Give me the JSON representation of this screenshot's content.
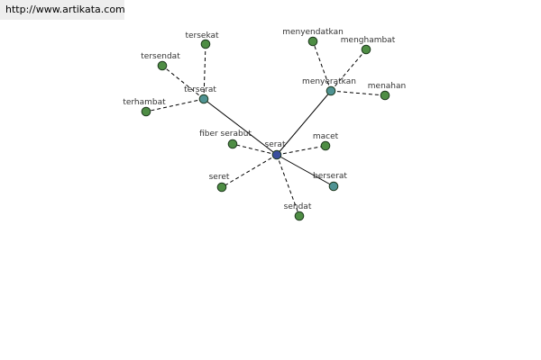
{
  "header": {
    "url_text": "http://www.artikata.com"
  },
  "colors": {
    "center": "#3a4f9e",
    "hub": "#4f9393",
    "leaf": "#4e8d44",
    "node_stroke": "#1f3a1f",
    "edge": "#000000"
  },
  "diagram": {
    "nodes": [
      {
        "id": "serat",
        "label": "serat",
        "kind": "center"
      },
      {
        "id": "terserat",
        "label": "terserat",
        "kind": "hub"
      },
      {
        "id": "menyeratkan",
        "label": "menyeratkan",
        "kind": "hub"
      },
      {
        "id": "berserat",
        "label": "berserat",
        "kind": "hub"
      },
      {
        "id": "tersekat",
        "label": "tersekat",
        "kind": "leaf"
      },
      {
        "id": "tersendat",
        "label": "tersendat",
        "kind": "leaf"
      },
      {
        "id": "terhambat",
        "label": "terhambat",
        "kind": "leaf"
      },
      {
        "id": "menyendatkan",
        "label": "menyendatkan",
        "kind": "leaf"
      },
      {
        "id": "menghambat",
        "label": "menghambat",
        "kind": "leaf"
      },
      {
        "id": "menahan",
        "label": "menahan",
        "kind": "leaf"
      },
      {
        "id": "fiber-serabut",
        "label": "fiber serabut",
        "kind": "leaf"
      },
      {
        "id": "macet",
        "label": "macet",
        "kind": "leaf"
      },
      {
        "id": "seret",
        "label": "seret",
        "kind": "leaf"
      },
      {
        "id": "sendat",
        "label": "sendat",
        "kind": "leaf"
      }
    ],
    "edges": [
      {
        "from": "serat",
        "to": "terserat",
        "style": "solid"
      },
      {
        "from": "serat",
        "to": "menyeratkan",
        "style": "solid"
      },
      {
        "from": "serat",
        "to": "berserat",
        "style": "solid"
      },
      {
        "from": "serat",
        "to": "fiber-serabut",
        "style": "dashed"
      },
      {
        "from": "serat",
        "to": "macet",
        "style": "dashed"
      },
      {
        "from": "serat",
        "to": "seret",
        "style": "dashed"
      },
      {
        "from": "serat",
        "to": "sendat",
        "style": "dashed"
      },
      {
        "from": "terserat",
        "to": "tersekat",
        "style": "dashed"
      },
      {
        "from": "terserat",
        "to": "tersendat",
        "style": "dashed"
      },
      {
        "from": "terserat",
        "to": "terhambat",
        "style": "dashed"
      },
      {
        "from": "menyeratkan",
        "to": "menyendatkan",
        "style": "dashed"
      },
      {
        "from": "menyeratkan",
        "to": "menghambat",
        "style": "dashed"
      },
      {
        "from": "menyeratkan",
        "to": "menahan",
        "style": "dashed"
      }
    ]
  }
}
